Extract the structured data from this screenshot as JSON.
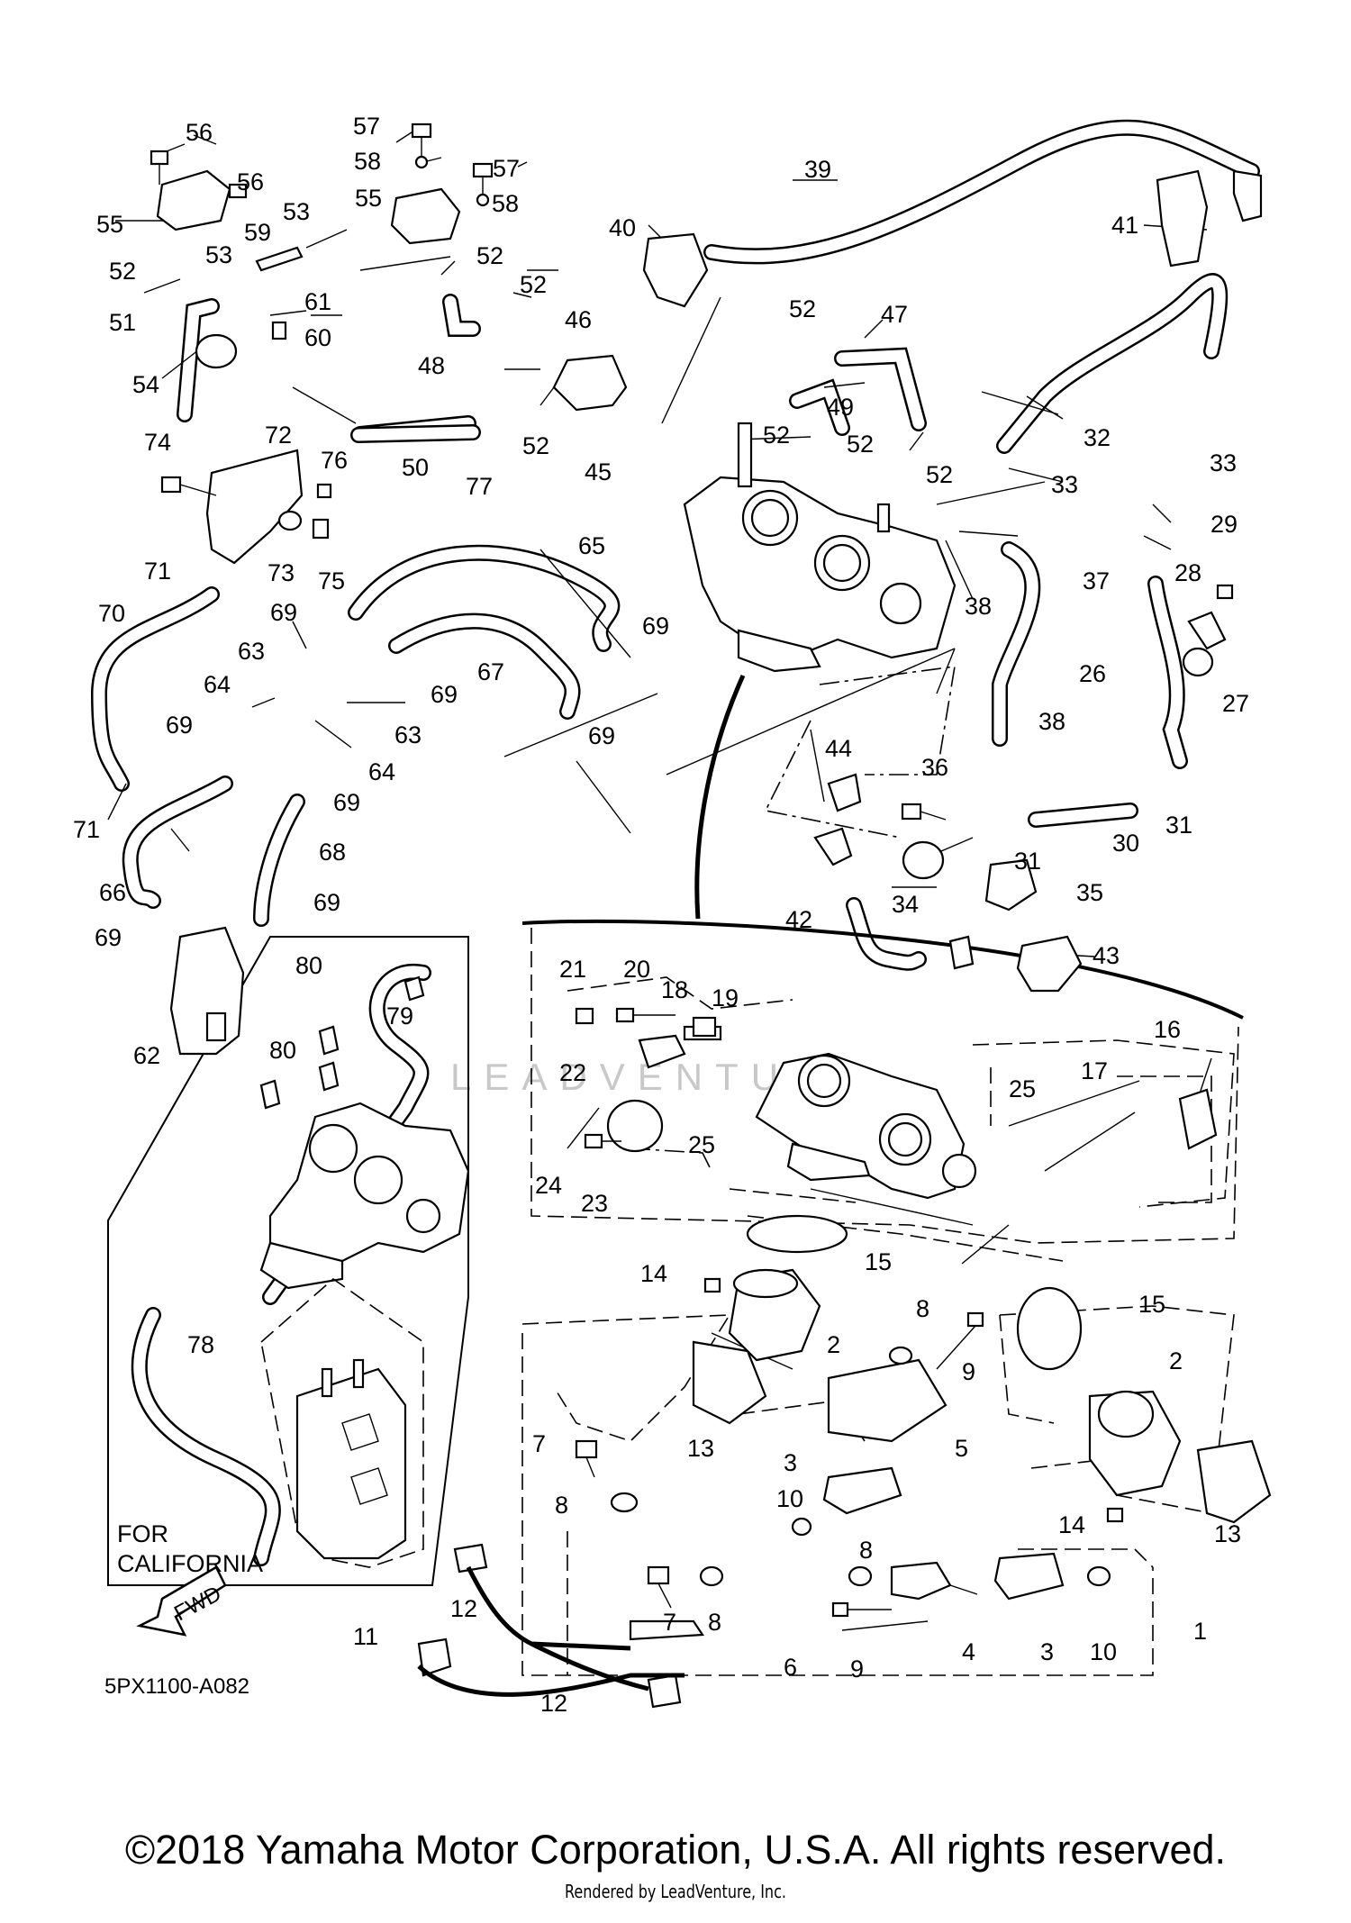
{
  "diagram": {
    "code": "5PX1100-A082",
    "california_line1": "FOR",
    "california_line2": "CALIFORNIA",
    "fwd_label": "FWD",
    "watermark": "LEADVENTURE",
    "callouts": [
      {
        "id": "c56a",
        "text": "56"
      },
      {
        "id": "c56b",
        "text": "56"
      },
      {
        "id": "c55a",
        "text": "55"
      },
      {
        "id": "c55b",
        "text": "55"
      },
      {
        "id": "c57a",
        "text": "57"
      },
      {
        "id": "c57b",
        "text": "57"
      },
      {
        "id": "c58a",
        "text": "58"
      },
      {
        "id": "c58b",
        "text": "58"
      },
      {
        "id": "c53a",
        "text": "53"
      },
      {
        "id": "c53b",
        "text": "53"
      },
      {
        "id": "c59",
        "text": "59"
      },
      {
        "id": "c52a",
        "text": "52"
      },
      {
        "id": "c61",
        "text": "61"
      },
      {
        "id": "c51",
        "text": "51"
      },
      {
        "id": "c60",
        "text": "60"
      },
      {
        "id": "c54",
        "text": "54"
      },
      {
        "id": "c52b",
        "text": "52"
      },
      {
        "id": "c52c",
        "text": "52"
      },
      {
        "id": "c48",
        "text": "48"
      },
      {
        "id": "c39",
        "text": "39"
      },
      {
        "id": "c40",
        "text": "40"
      },
      {
        "id": "c41",
        "text": "41"
      },
      {
        "id": "c46",
        "text": "46"
      },
      {
        "id": "c52d",
        "text": "52"
      },
      {
        "id": "c47",
        "text": "47"
      },
      {
        "id": "c49",
        "text": "49"
      },
      {
        "id": "c52e",
        "text": "52"
      },
      {
        "id": "c52f",
        "text": "52"
      },
      {
        "id": "c52g",
        "text": "52"
      },
      {
        "id": "c52h",
        "text": "52"
      },
      {
        "id": "c45",
        "text": "45"
      },
      {
        "id": "c50",
        "text": "50"
      },
      {
        "id": "c77",
        "text": "77"
      },
      {
        "id": "c74",
        "text": "74"
      },
      {
        "id": "c72",
        "text": "72"
      },
      {
        "id": "c76",
        "text": "76"
      },
      {
        "id": "c73",
        "text": "73"
      },
      {
        "id": "c75",
        "text": "75"
      },
      {
        "id": "c32",
        "text": "32"
      },
      {
        "id": "c33a",
        "text": "33"
      },
      {
        "id": "c33b",
        "text": "33"
      },
      {
        "id": "c71a",
        "text": "71"
      },
      {
        "id": "c70",
        "text": "70"
      },
      {
        "id": "c65",
        "text": "65"
      },
      {
        "id": "c38a",
        "text": "38"
      },
      {
        "id": "c37",
        "text": "37"
      },
      {
        "id": "c29",
        "text": "29"
      },
      {
        "id": "c28",
        "text": "28"
      },
      {
        "id": "c69a",
        "text": "69"
      },
      {
        "id": "c69b",
        "text": "69"
      },
      {
        "id": "c63a",
        "text": "63"
      },
      {
        "id": "c67",
        "text": "67"
      },
      {
        "id": "c26",
        "text": "26"
      },
      {
        "id": "c27",
        "text": "27"
      },
      {
        "id": "c64a",
        "text": "64"
      },
      {
        "id": "c69c",
        "text": "69"
      },
      {
        "id": "c69d",
        "text": "69"
      },
      {
        "id": "c63b",
        "text": "63"
      },
      {
        "id": "c69e",
        "text": "69"
      },
      {
        "id": "c38b",
        "text": "38"
      },
      {
        "id": "c44",
        "text": "44"
      },
      {
        "id": "c36",
        "text": "36"
      },
      {
        "id": "c64b",
        "text": "64"
      },
      {
        "id": "c71b",
        "text": "71"
      },
      {
        "id": "c69f",
        "text": "69"
      },
      {
        "id": "c31a",
        "text": "31"
      },
      {
        "id": "c30",
        "text": "30"
      },
      {
        "id": "c31b",
        "text": "31"
      },
      {
        "id": "c68",
        "text": "68"
      },
      {
        "id": "c66",
        "text": "66"
      },
      {
        "id": "c69g",
        "text": "69"
      },
      {
        "id": "c69h",
        "text": "69"
      },
      {
        "id": "c34",
        "text": "34"
      },
      {
        "id": "c35",
        "text": "35"
      },
      {
        "id": "c42",
        "text": "42"
      },
      {
        "id": "c43",
        "text": "43"
      },
      {
        "id": "c80a",
        "text": "80"
      },
      {
        "id": "c79",
        "text": "79"
      },
      {
        "id": "c62",
        "text": "62"
      },
      {
        "id": "c80b",
        "text": "80"
      },
      {
        "id": "c21",
        "text": "21"
      },
      {
        "id": "c20",
        "text": "20"
      },
      {
        "id": "c18",
        "text": "18"
      },
      {
        "id": "c19",
        "text": "19"
      },
      {
        "id": "c16",
        "text": "16"
      },
      {
        "id": "c22",
        "text": "22"
      },
      {
        "id": "c17",
        "text": "17"
      },
      {
        "id": "c25a",
        "text": "25"
      },
      {
        "id": "c25b",
        "text": "25"
      },
      {
        "id": "c24",
        "text": "24"
      },
      {
        "id": "c23",
        "text": "23"
      },
      {
        "id": "c15a",
        "text": "15"
      },
      {
        "id": "c14a",
        "text": "14"
      },
      {
        "id": "c15b",
        "text": "15"
      },
      {
        "id": "c8a",
        "text": "8"
      },
      {
        "id": "c2a",
        "text": "2"
      },
      {
        "id": "c9a",
        "text": "9"
      },
      {
        "id": "c2b",
        "text": "2"
      },
      {
        "id": "c78",
        "text": "78"
      },
      {
        "id": "c13a",
        "text": "13"
      },
      {
        "id": "c5",
        "text": "5"
      },
      {
        "id": "c7a",
        "text": "7"
      },
      {
        "id": "c3a",
        "text": "3"
      },
      {
        "id": "c8b",
        "text": "8"
      },
      {
        "id": "c10a",
        "text": "10"
      },
      {
        "id": "c14b",
        "text": "14"
      },
      {
        "id": "c13b",
        "text": "13"
      },
      {
        "id": "c8c",
        "text": "8"
      },
      {
        "id": "c7b",
        "text": "7"
      },
      {
        "id": "c8d",
        "text": "8"
      },
      {
        "id": "c12a",
        "text": "12"
      },
      {
        "id": "c11",
        "text": "11"
      },
      {
        "id": "c9b",
        "text": "9"
      },
      {
        "id": "c4",
        "text": "4"
      },
      {
        "id": "c3b",
        "text": "3"
      },
      {
        "id": "c10b",
        "text": "10"
      },
      {
        "id": "c1",
        "text": "1"
      },
      {
        "id": "c6",
        "text": "6"
      },
      {
        "id": "c12b",
        "text": "12"
      }
    ]
  },
  "footer": {
    "copyright": "©2018 Yamaha Motor Corporation, U.S.A. All rights reserved.",
    "rendered_by": "Rendered by LeadVenture, Inc."
  }
}
